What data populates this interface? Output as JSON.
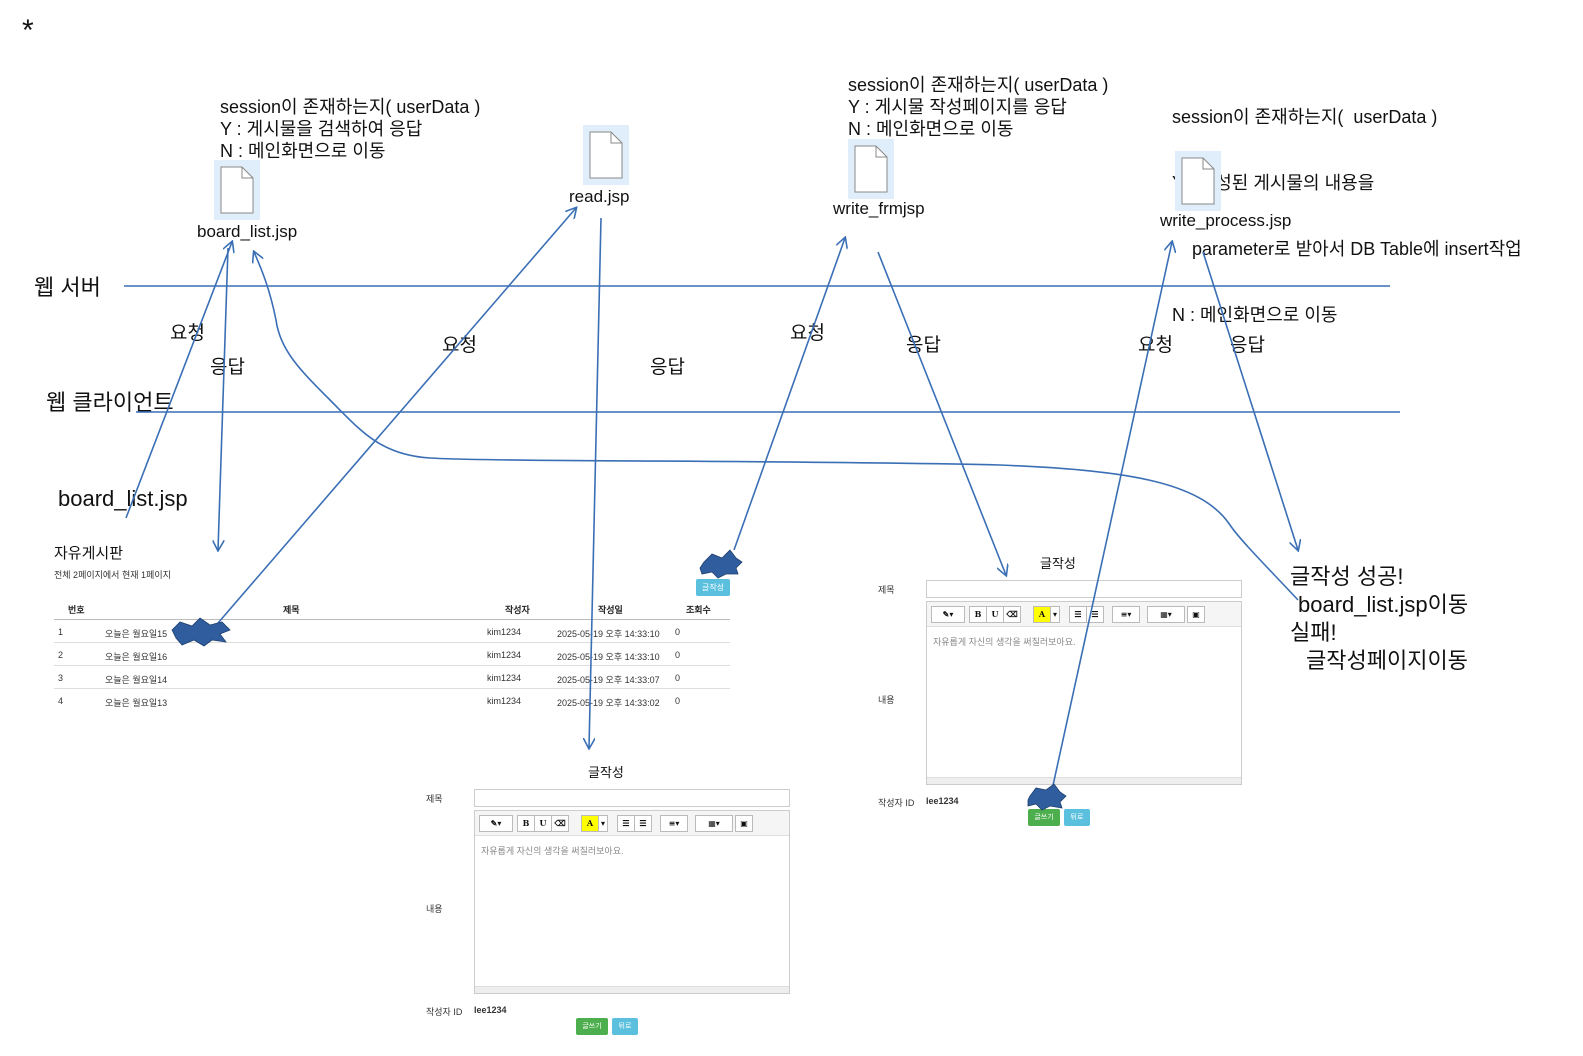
{
  "asterisk": "*",
  "layers": {
    "server": "웹 서버",
    "client": "웹 클라이언트"
  },
  "files": {
    "board_list": "board_list.jsp",
    "read": "read.jsp",
    "write_frm": "write_frmjsp",
    "write_process": "write_process.jsp"
  },
  "notes": {
    "board_list": [
      "session이 존재하는지(  userData )",
      "Y : 게시물을 검색하여 응답",
      "N : 메인화면으로 이동"
    ],
    "write_frm": [
      "session이 존재하는지(  userData )",
      "Y : 게시물 작성페이지를 응답",
      "N : 메인화면으로 이동"
    ],
    "write_process": [
      "session이 존재하는지(  userData )",
      "Y : 작성된 게시물의 내용을",
      "    parameter로 받아서 DB Table에 insert작업",
      "N : 메인화면으로 이동"
    ]
  },
  "arrows": {
    "request": "요청",
    "response": "응답"
  },
  "client_board_label": "board_list.jsp",
  "result": {
    "success": "글작성 성공!",
    "success_to": "board_list.jsp이동",
    "fail": "실패!",
    "fail_to": "글작성페이지이동"
  },
  "board": {
    "title": "자유게시판",
    "subtitle": "전체 2페이지에서 현재 1페이지",
    "columns": [
      "번호",
      "제목",
      "작성자",
      "작성일",
      "조회수"
    ],
    "rows": [
      [
        "1",
        "오늘은 월요일15",
        "kim1234",
        "2025-05-19 오후 14:33:10",
        "0"
      ],
      [
        "2",
        "오늘은 월요일16",
        "kim1234",
        "2025-05-19 오후 14:33:10",
        "0"
      ],
      [
        "3",
        "오늘은 월요일14",
        "kim1234",
        "2025-05-19 오후 14:33:07",
        "0"
      ],
      [
        "4",
        "오늘은 월요일13",
        "kim1234",
        "2025-05-19 오후 14:33:02",
        "0"
      ]
    ],
    "write_button": "글작성"
  },
  "write_form": {
    "title": "글작성",
    "subject_label": "제목",
    "content_label": "내용",
    "placeholder": "자유롭게 자신의 생각을 써질러보아요.",
    "author_label": "작성자 ID",
    "author_value": "lee1234",
    "submit": "글쓰기",
    "back": "뒤로"
  },
  "colors": {
    "line": "#3a6fb5",
    "blot": "#2f5d9e"
  }
}
